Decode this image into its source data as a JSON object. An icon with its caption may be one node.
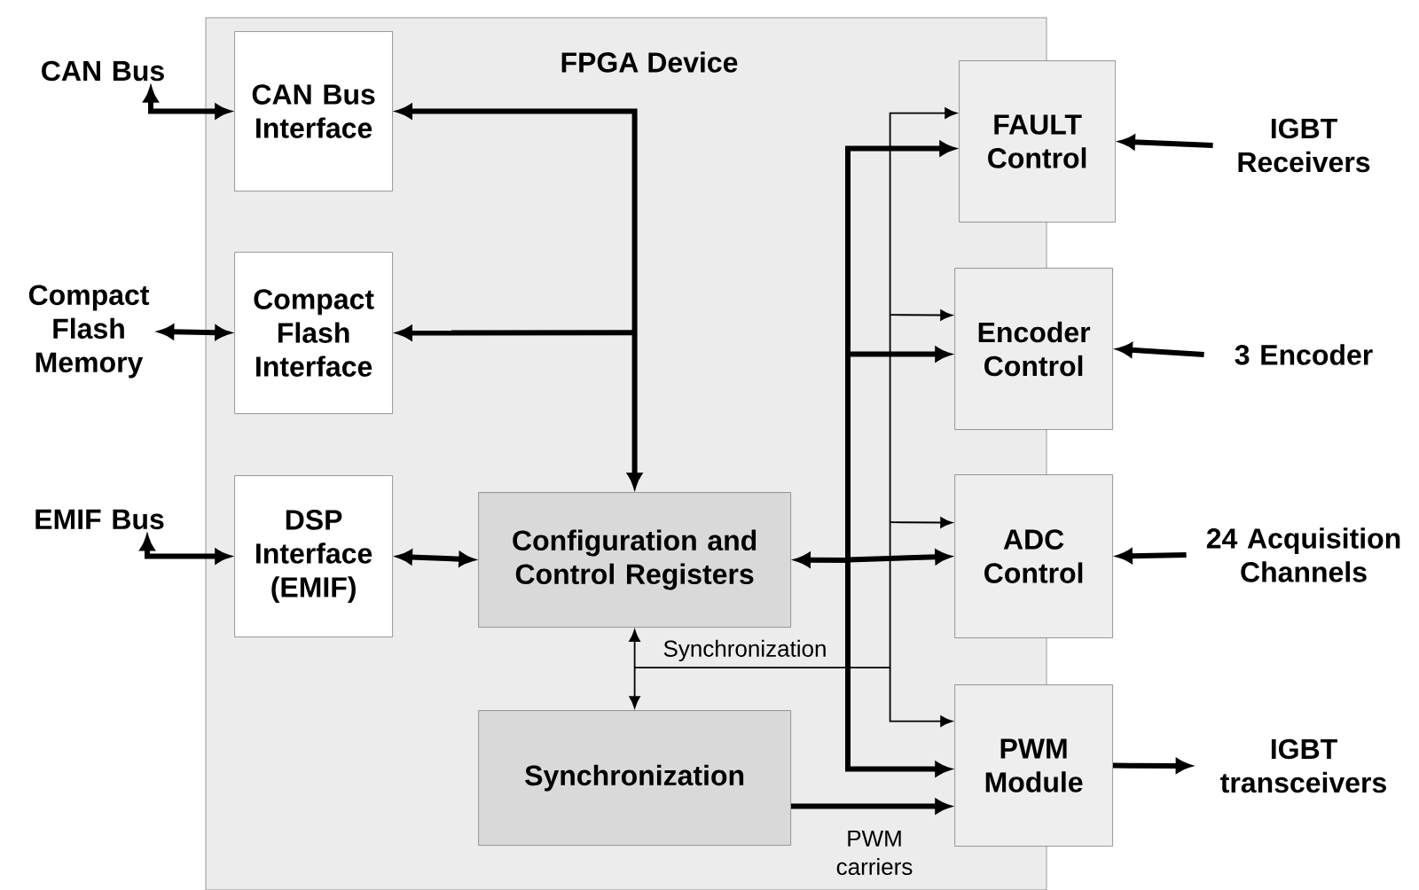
{
  "diagram": {
    "nodes": [
      {
        "text": [
          "FPGA Device"
        ]
      },
      {
        "text": [
          "CAN Bus Interface"
        ],
        "in": 0
      },
      {
        "text": [
          "Compact Flash Interface"
        ],
        "in": 0
      },
      {
        "text": [
          "DSP Interface (EMIF)"
        ],
        "in": 0
      },
      {
        "text": [
          "Configuration and Control Registers"
        ],
        "in": 0
      },
      {
        "text": [
          "Synchronization"
        ],
        "in": 0
      },
      {
        "text": [
          "FAULT Control"
        ],
        "in": 0
      },
      {
        "text": [
          "Encoder Control"
        ],
        "in": 0
      },
      {
        "text": [
          "ADC Control"
        ],
        "in": 0
      },
      {
        "text": [
          "PWM Module"
        ],
        "in": 0
      },
      {
        "text": [
          "CAN Bus"
        ]
      },
      {
        "text": [
          "Compact Flash Memory"
        ]
      },
      {
        "text": [
          "EMIF Bus"
        ]
      },
      {
        "text": [
          "IGBT Receivers"
        ]
      },
      {
        "text": [
          "3 Encoder"
        ]
      },
      {
        "text": [
          "24 Acquisition Channels"
        ]
      },
      {
        "text": [
          "IGBT transceivers"
        ]
      }
    ],
    "edges": [
      {
        "from": 10,
        "to": 1,
        "arrow": "both"
      },
      {
        "from": 11,
        "to": 2,
        "arrow": "both"
      },
      {
        "from": 12,
        "to": 3,
        "arrow": "both"
      },
      {
        "from": 4,
        "to": 1,
        "arrow": "both"
      },
      {
        "from": 4,
        "to": 2,
        "arrow": "both"
      },
      {
        "from": 3,
        "to": 4,
        "arrow": "both"
      },
      {
        "from": 4,
        "to": 6,
        "arrow": "both"
      },
      {
        "from": 4,
        "to": 7,
        "arrow": "both"
      },
      {
        "from": 4,
        "to": 8,
        "arrow": "both"
      },
      {
        "from": 4,
        "to": 9,
        "arrow": "both"
      },
      {
        "from": 4,
        "to": 5,
        "arrow": "both",
        "label": "Synchronization"
      },
      {
        "from": 5,
        "to": 6,
        "arrow": "to"
      },
      {
        "from": 5,
        "to": 7,
        "arrow": "to"
      },
      {
        "from": 5,
        "to": 8,
        "arrow": "to"
      },
      {
        "from": 5,
        "to": 9,
        "arrow": "to"
      },
      {
        "from": 5,
        "to": 9,
        "arrow": "to",
        "label": "PWM carriers"
      },
      {
        "from": 13,
        "to": 6,
        "arrow": "to"
      },
      {
        "from": 14,
        "to": 7,
        "arrow": "to"
      },
      {
        "from": 15,
        "to": 8,
        "arrow": "to"
      },
      {
        "from": 9,
        "to": 16,
        "arrow": "to"
      }
    ]
  }
}
